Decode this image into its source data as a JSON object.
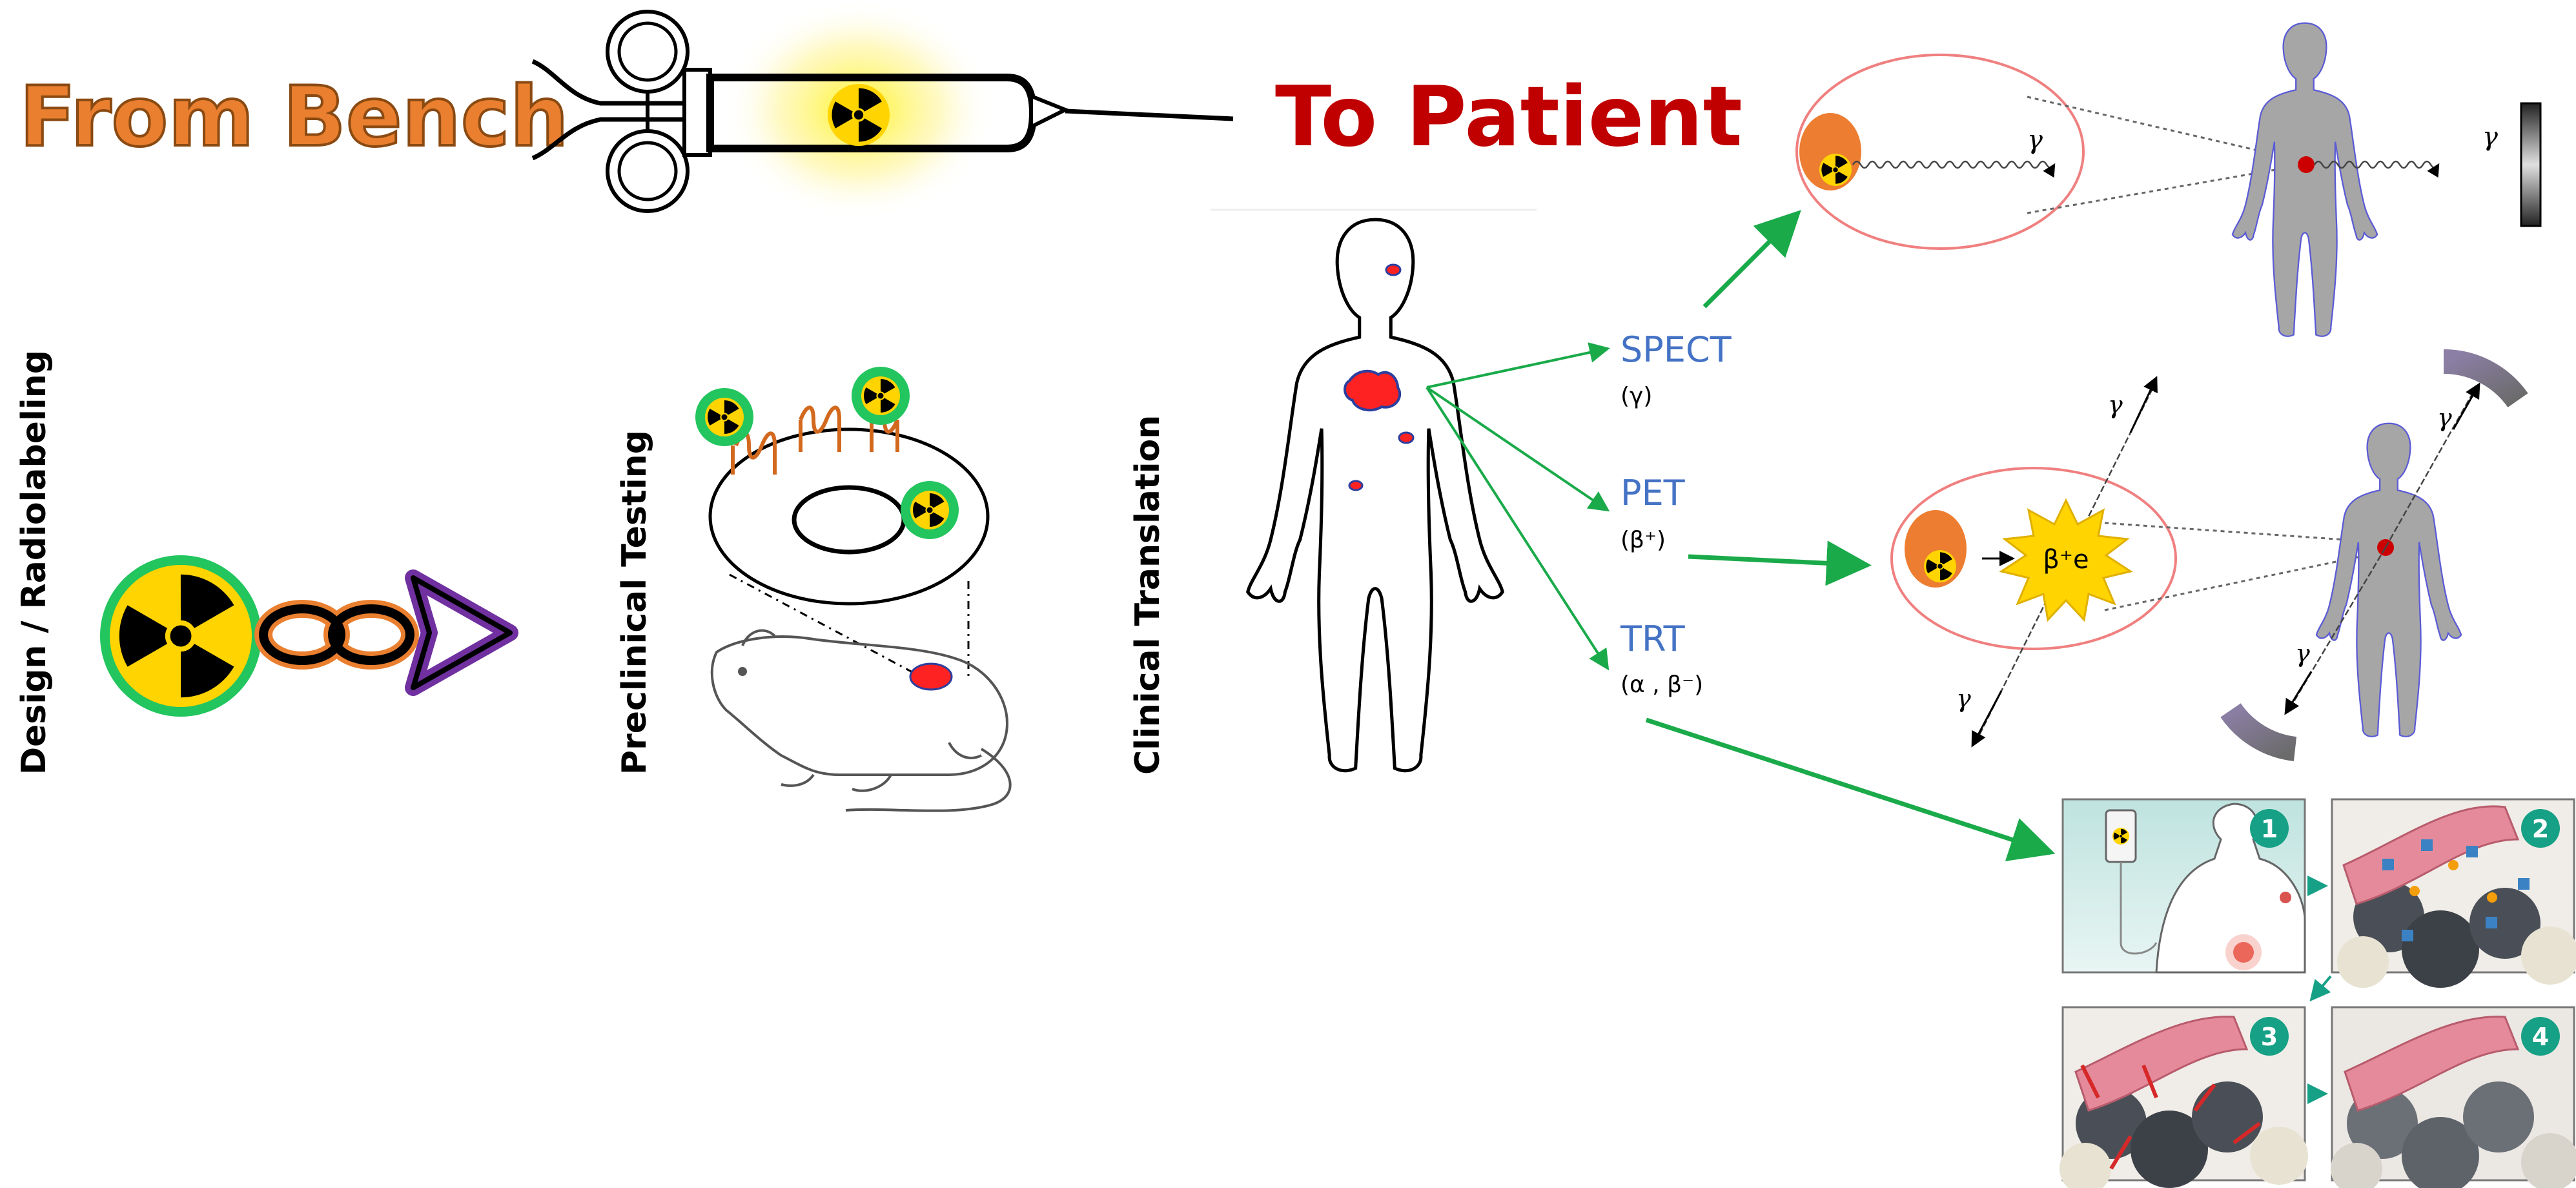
{
  "header": {
    "from_text": "From Bench",
    "to_text": "To Patient"
  },
  "stages": {
    "design": "Design / Radiolabeling",
    "preclinical": "Preclinical Testing",
    "clinical": "Clinical Translation"
  },
  "modalities": [
    {
      "name": "SPECT",
      "sub": "(γ)"
    },
    {
      "name": "PET",
      "sub": "(β⁺)"
    },
    {
      "name": "TRT",
      "sub": "(α , β⁻)"
    }
  ],
  "gamma_symbol": "γ",
  "positron_label": "β⁺e",
  "therapy_steps": [
    "1",
    "2",
    "3",
    "4"
  ],
  "colors": {
    "from_text": "#e97f2f",
    "to_text": "#c00000",
    "modality_text": "#4472c4",
    "arrow_green": "#1aaa4a",
    "ring_green": "#22c55e",
    "radiation_yellow": "#ffd400",
    "orange_tumor": "#ed7d31",
    "linker_purple": "#7030a0",
    "body_gray": "#a6a6a6",
    "body_outline": "#5b5bd6",
    "step_badge": "#16a085",
    "vessel_pink": "#e58a9a"
  },
  "icons": [
    "radiation-trefoil-icon",
    "syringe-icon",
    "chain-link-icon",
    "mouse-icon",
    "human-body-icon",
    "detector-icon"
  ]
}
